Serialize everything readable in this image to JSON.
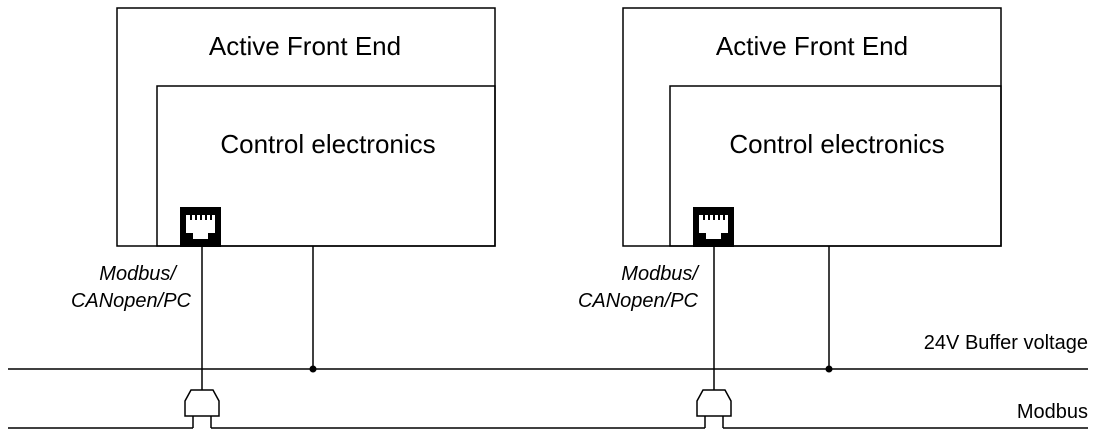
{
  "units": [
    {
      "title": "Active Front End",
      "subtitle": "Control electronics",
      "port_label_line1": "Modbus/",
      "port_label_line2": "CANopen/PC"
    },
    {
      "title": "Active Front End",
      "subtitle": "Control electronics",
      "port_label_line1": "Modbus/",
      "port_label_line2": "CANopen/PC"
    }
  ],
  "buses": {
    "buffer_voltage": "24V Buffer voltage",
    "modbus": "Modbus"
  },
  "colors": {
    "line": "#000000",
    "background": "#ffffff"
  },
  "icons": [
    "rj45-port-icon",
    "bus-connector-icon",
    "junction-dot-icon"
  ]
}
